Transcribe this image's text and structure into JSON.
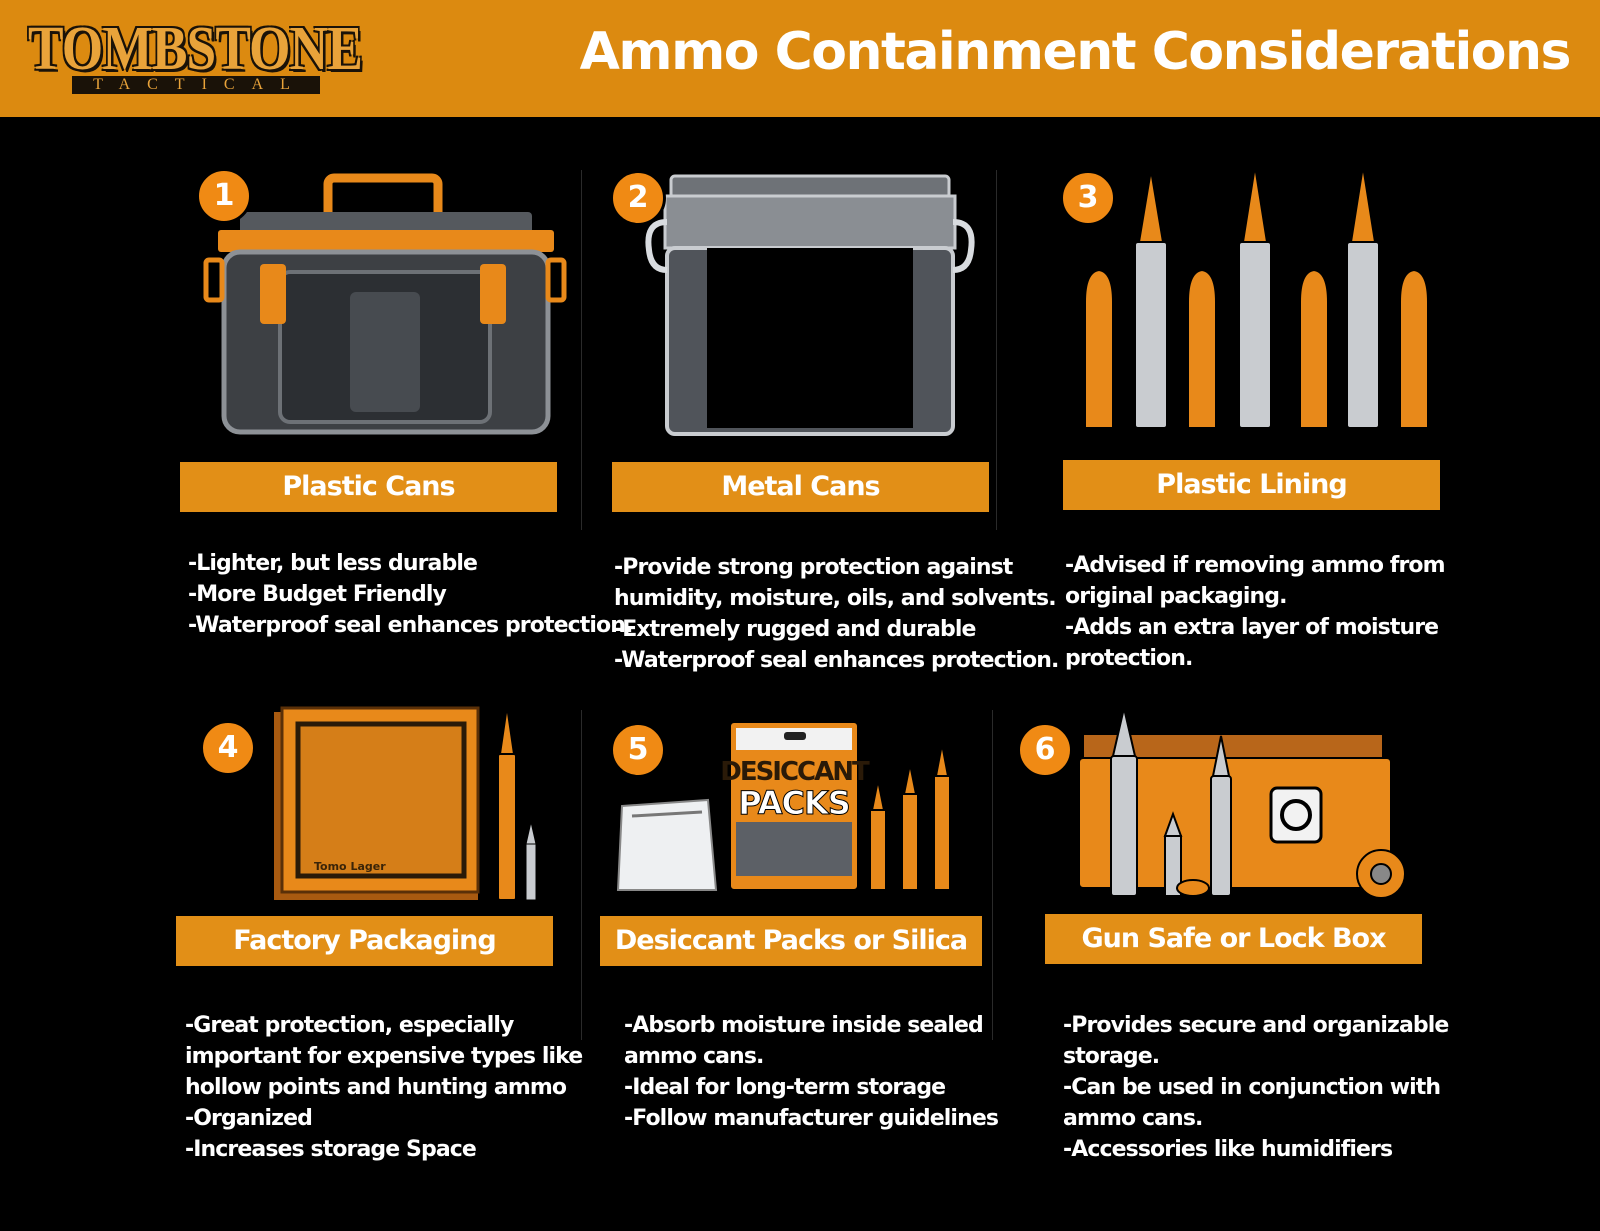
{
  "header": {
    "logo_main": "TOMBSTONE",
    "logo_sub": "TACTICAL",
    "title": "Ammo Containment Considerations"
  },
  "colors": {
    "accent": "#dc8a10",
    "label_bg": "#e28f17",
    "badge": "#f08a14",
    "background": "#000000",
    "text": "#ffffff"
  },
  "cards": [
    {
      "number": "1",
      "title": "Plastic Cans",
      "icon": "plastic-ammo-can-icon",
      "lines": [
        "-Lighter, but less durable",
        "-More Budget Friendly",
        "-Waterproof seal enhances protection."
      ]
    },
    {
      "number": "2",
      "title": "Metal Cans",
      "icon": "metal-ammo-can-icon",
      "lines": [
        "-Provide strong protection against",
        "humidity, moisture, oils, and solvents.",
        "-Extremely rugged and durable",
        "-Waterproof seal enhances protection."
      ]
    },
    {
      "number": "3",
      "title": "Plastic Lining",
      "icon": "cartridges-icon",
      "lines": [
        "-Advised if removing ammo from",
        "original packaging.",
        "-Adds an extra layer of moisture",
        "protection."
      ]
    },
    {
      "number": "4",
      "title": "Factory Packaging",
      "icon": "ammo-box-icon",
      "box_print": "Tomo Lager",
      "lines": [
        "-Great protection, especially",
        "important for expensive types like",
        "hollow points and hunting ammo",
        "-Organized",
        "-Increases storage Space"
      ]
    },
    {
      "number": "5",
      "title": "Desiccant Packs or Silica",
      "icon": "desiccant-pack-icon",
      "pack_line1": "DESICCANT",
      "pack_line2": "PACKS",
      "lines": [
        "-Absorb moisture inside sealed",
        "ammo cans.",
        "-Ideal for long-term storage",
        "-Follow manufacturer guidelines"
      ]
    },
    {
      "number": "6",
      "title": "Gun Safe or Lock Box",
      "icon": "lock-box-icon",
      "lines": [
        "-Provides secure and organizable",
        "storage.",
        "-Can be used in conjunction with",
        "ammo cans.",
        "-Accessories like humidifiers"
      ]
    }
  ]
}
